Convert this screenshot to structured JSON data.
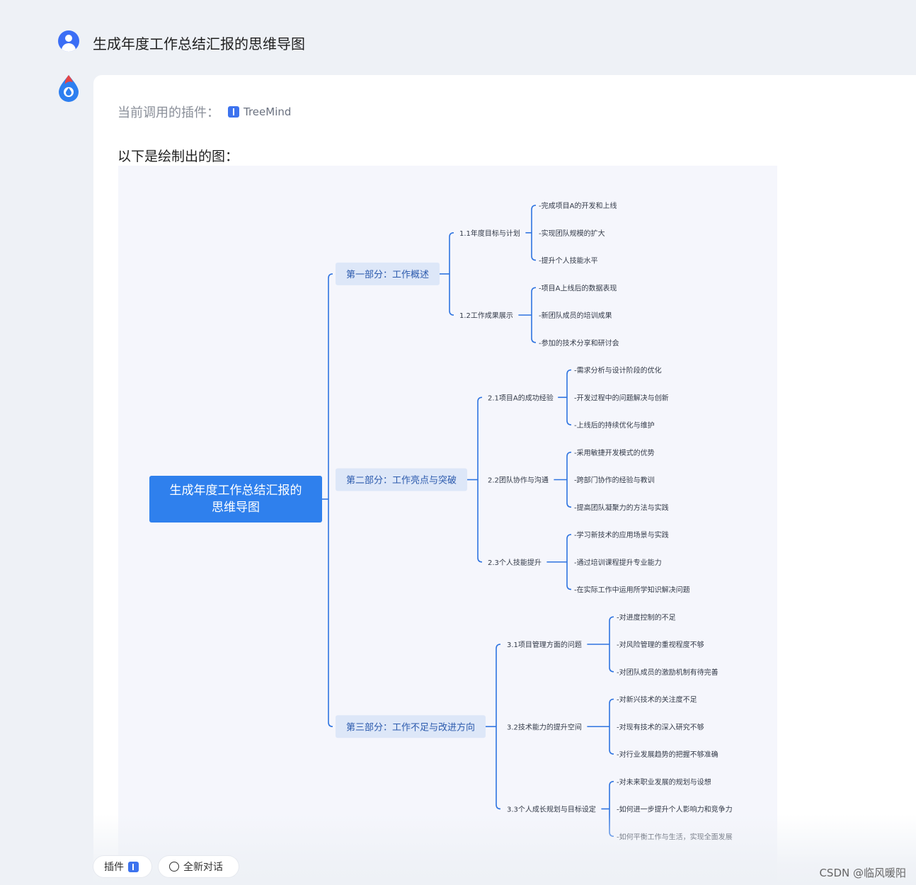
{
  "conversation": {
    "question": "生成年度工作总结汇报的思维导图",
    "plugin_label": "当前调用的插件：",
    "plugin_name": "TreeMind",
    "intro": "以下是绘制出的图："
  },
  "mindmap": {
    "root": "生成年度工作总结汇报的思维导图",
    "root_lines": [
      "生成年度工作总结汇报的",
      "思维导图"
    ],
    "sections": [
      {
        "label": "第一部分：工作概述",
        "subs": [
          {
            "label": "1.1年度目标与计划",
            "leaves": [
              "-完成项目A的开发和上线",
              "-实现团队规模的扩大",
              "-提升个人技能水平"
            ]
          },
          {
            "label": "1.2工作成果展示",
            "leaves": [
              "-项目A上线后的数据表现",
              "-新团队成员的培训成果",
              "-参加的技术分享和研讨会"
            ]
          }
        ]
      },
      {
        "label": "第二部分：工作亮点与突破",
        "subs": [
          {
            "label": "2.1项目A的成功经验",
            "leaves": [
              "-需求分析与设计阶段的优化",
              "-开发过程中的问题解决与创新",
              "-上线后的持续优化与维护"
            ]
          },
          {
            "label": "2.2团队协作与沟通",
            "leaves": [
              "-采用敏捷开发模式的优势",
              "-跨部门协作的经验与教训",
              "-提高团队凝聚力的方法与实践"
            ]
          },
          {
            "label": "2.3个人技能提升",
            "leaves": [
              "-学习新技术的应用场景与实践",
              "-通过培训课程提升专业能力",
              "-在实际工作中运用所学知识解决问题"
            ]
          }
        ]
      },
      {
        "label": "第三部分：工作不足与改进方向",
        "subs": [
          {
            "label": "3.1项目管理方面的问题",
            "leaves": [
              "-对进度控制的不足",
              "-对风险管理的重视程度不够",
              "-对团队成员的激励机制有待完善"
            ]
          },
          {
            "label": "3.2技术能力的提升空间",
            "leaves": [
              "-对新兴技术的关注度不足",
              "-对现有技术的深入研究不够",
              "-对行业发展趋势的把握不够准确"
            ]
          },
          {
            "label": "3.3个人成长规划与目标设定",
            "leaves": [
              "-对未来职业发展的规划与设想",
              "-如何进一步提升个人影响力和竞争力",
              "-如何平衡工作与生活，实现全面发展"
            ]
          }
        ]
      }
    ]
  },
  "footer": {
    "plugin_button": "插件",
    "new_chat_button": "全新对话",
    "credit": "CSDN @临风暖阳"
  },
  "colors": {
    "accent": "#2f80ed",
    "section_bg": "#dde7f8",
    "wire": "#2f74e0"
  }
}
